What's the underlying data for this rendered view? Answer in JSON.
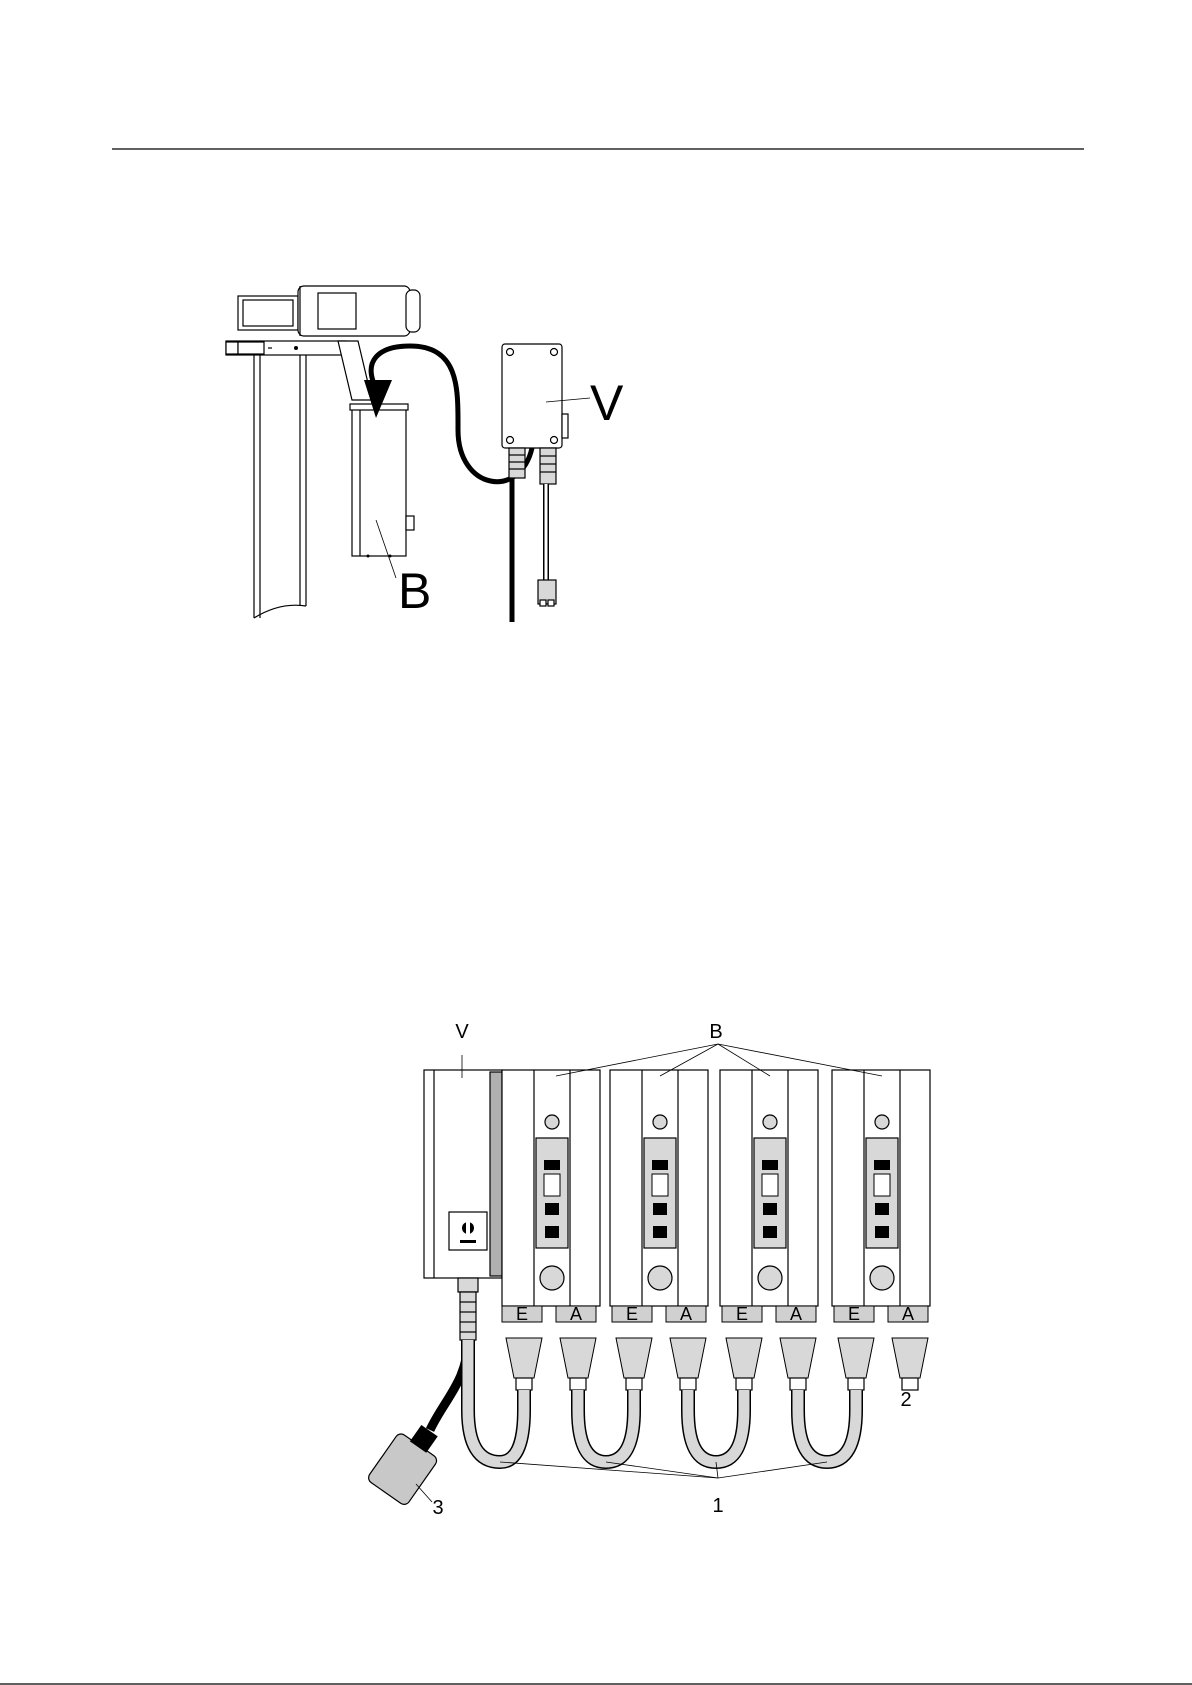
{
  "figure1": {
    "label_v": "V",
    "label_b": "B"
  },
  "figure2": {
    "label_v": "V",
    "label_b": "B",
    "label_1": "1",
    "label_2": "2",
    "label_3": "3",
    "module_ports": [
      "E",
      "A",
      "E",
      "A",
      "E",
      "A",
      "E",
      "A"
    ]
  }
}
